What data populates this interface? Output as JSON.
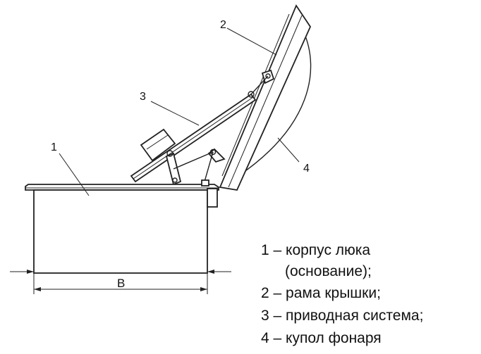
{
  "callouts": {
    "c1": "1",
    "c2": "2",
    "c3": "3",
    "c4": "4"
  },
  "dimension": {
    "label": "B"
  },
  "legend": {
    "item1_line1": "1 – корпус люка",
    "item1_line2": "(основание);",
    "item2": "2 – рама крышки;",
    "item3": "3 – приводная система;",
    "item4": "4 – купол фонаря"
  }
}
